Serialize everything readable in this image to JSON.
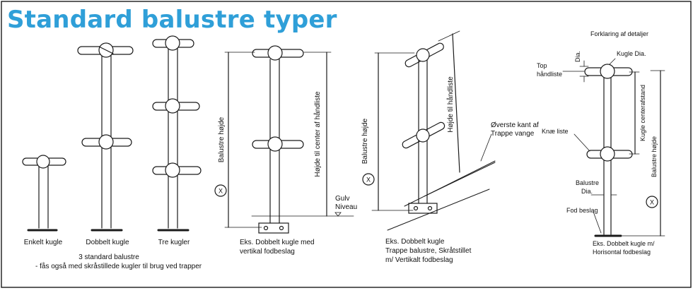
{
  "title": "Standard balustre typer",
  "colors": {
    "title": "#2f9fd8",
    "line": "#1a1a1a",
    "border": "#1a1a1a"
  },
  "single_types": {
    "labels": [
      "Enkelt kugle",
      "Dobbelt kugle",
      "Tre kugler"
    ],
    "caption_line1": "3 standard balustre",
    "caption_line2": "- fås også med skråstillede kugler til brug ved trapper"
  },
  "vertical_example": {
    "height_label": "Balustre højde",
    "handrail_label": "Højde til center af håndliste",
    "marker": "X",
    "floor_label_1": "Gulv",
    "floor_label_2": "Niveau",
    "caption_line1": "Eks. Dobbelt kugle med",
    "caption_line2": "vertikal fodbeslag"
  },
  "stair_example": {
    "height_label": "Balustre højde",
    "handrail_label": "Højde til håndliste",
    "marker": "X",
    "edge_label_1": "Øverste kant af",
    "edge_label_2": "Trappe vange",
    "caption_line1": "Eks. Dobbelt kugle",
    "caption_line2": "Trappe balustre, Skråtstillet",
    "caption_line3": "m/ Vertikalt fodbeslag"
  },
  "detail_example": {
    "heading": "Forklaring af detaljer",
    "dia": "Dia.",
    "ball_dia": "Kugle Dia.",
    "top_rail_1": "Top",
    "top_rail_2": "håndliste",
    "knee_rail": "Knæ liste",
    "ball_distance": "Kugle centerafstand",
    "height_label": "Balustre højde",
    "post_dia_1": "Balustre",
    "post_dia_2": "Dia.",
    "foot_label": "Fod beslag",
    "marker": "X",
    "caption_line1": "Eks. Dobbelt kugle m/",
    "caption_line2": "Horisontal fodbeslag"
  }
}
